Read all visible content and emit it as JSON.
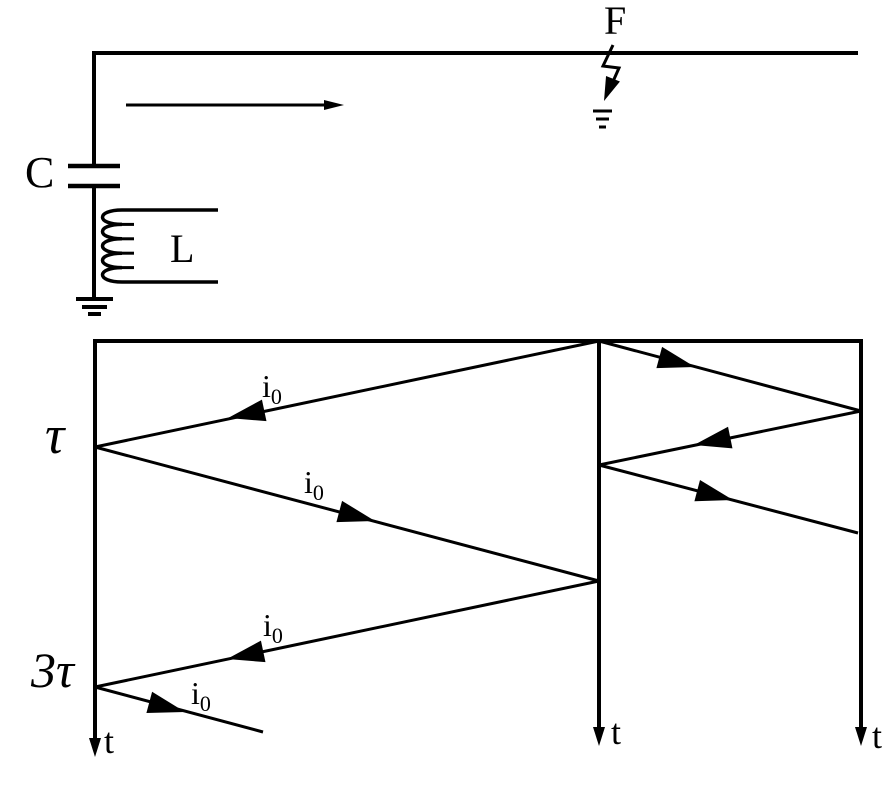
{
  "colors": {
    "ink": "#000000",
    "paper": "#ffffff"
  },
  "circuit": {
    "capacitor_label": "C",
    "inductor_label": "L",
    "fault_label": "F",
    "surge_arrow_direction": "right",
    "fault_type": "lightning-to-ground"
  },
  "lattice": {
    "time_marks": {
      "first": "τ",
      "second": "3τ"
    },
    "axes": [
      {
        "label": "t"
      },
      {
        "label": "t"
      },
      {
        "label": "t"
      }
    ],
    "current_labels": [
      {
        "base": "i",
        "sub": "0"
      },
      {
        "base": "i",
        "sub": "0"
      },
      {
        "base": "i",
        "sub": "0"
      },
      {
        "base": "i",
        "sub": "0"
      }
    ],
    "wave_segments": [
      {
        "from": "fault-top",
        "to": "station-tau",
        "direction": "left",
        "labeled": true
      },
      {
        "from": "station-tau",
        "to": "fault-mid",
        "direction": "right",
        "labeled": true
      },
      {
        "from": "fault-mid",
        "to": "station-3tau",
        "direction": "left",
        "labeled": true
      },
      {
        "from": "station-3tau",
        "to": "line",
        "direction": "right",
        "labeled": true
      },
      {
        "from": "fault-top",
        "to": "line-end",
        "direction": "right",
        "labeled": false
      },
      {
        "from": "line-end",
        "to": "fault",
        "direction": "left",
        "labeled": false
      },
      {
        "from": "fault",
        "to": "line-end",
        "direction": "right",
        "labeled": false
      }
    ]
  }
}
